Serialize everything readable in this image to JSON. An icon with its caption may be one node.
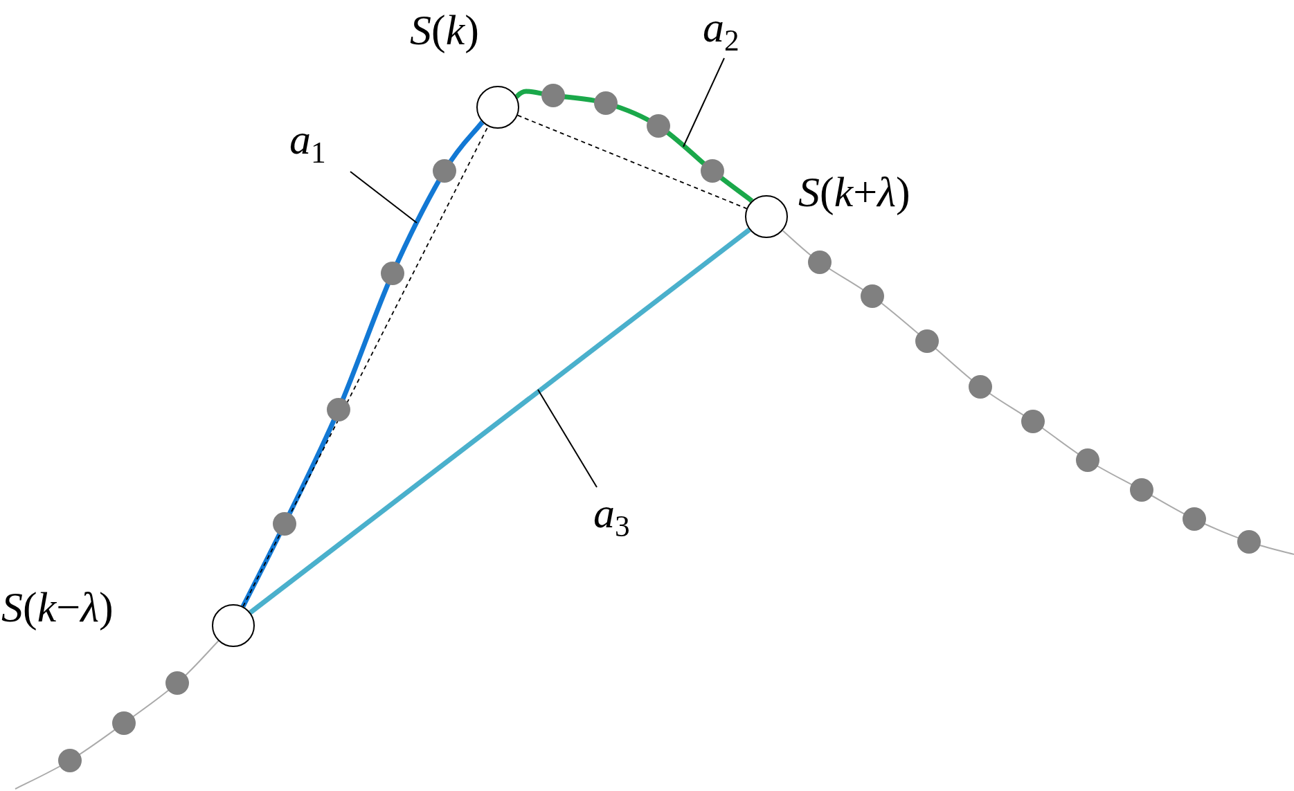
{
  "diagram": {
    "nodes": [
      {
        "text": [],
        "shape": "circle",
        "beside": [
          "*S*(*k*)"
        ]
      },
      {
        "text": [
          "*a*$_{2}$"
        ]
      },
      {
        "text": [
          "*a*$_{1}$"
        ]
      },
      {
        "text": [],
        "shape": "circle",
        "beside": [
          "*S*(*k*+*λ*)"
        ]
      },
      {
        "text": [
          "*a*$_{3}$"
        ]
      },
      {
        "text": [],
        "shape": "circle",
        "beside": [
          "*S*(*k*−*λ*)"
        ]
      }
    ],
    "edges": [
      {
        "from": null,
        "to": 5,
        "arrow": "none",
        "color": "#aaaaaa"
      },
      {
        "from": 5,
        "to": 0,
        "arrow": "none",
        "style": "thick",
        "color": "#1278d4"
      },
      {
        "from": 0,
        "to": 3,
        "arrow": "none",
        "style": "thick",
        "color": "#1aa84a"
      },
      {
        "from": 5,
        "to": 3,
        "arrow": "none",
        "style": "thick",
        "color": "#4ab0cc"
      },
      {
        "from": 5,
        "to": 0,
        "arrow": "none",
        "style": "dashed"
      },
      {
        "from": 0,
        "to": 3,
        "arrow": "none",
        "style": "dashed"
      },
      {
        "from": 3,
        "to": null,
        "arrow": "none",
        "color": "#aaaaaa"
      },
      {
        "from": 2,
        "to": null,
        "arrow": "none"
      },
      {
        "from": 1,
        "to": null,
        "arrow": "none"
      },
      {
        "from": 4,
        "to": null,
        "arrow": "none"
      }
    ]
  }
}
